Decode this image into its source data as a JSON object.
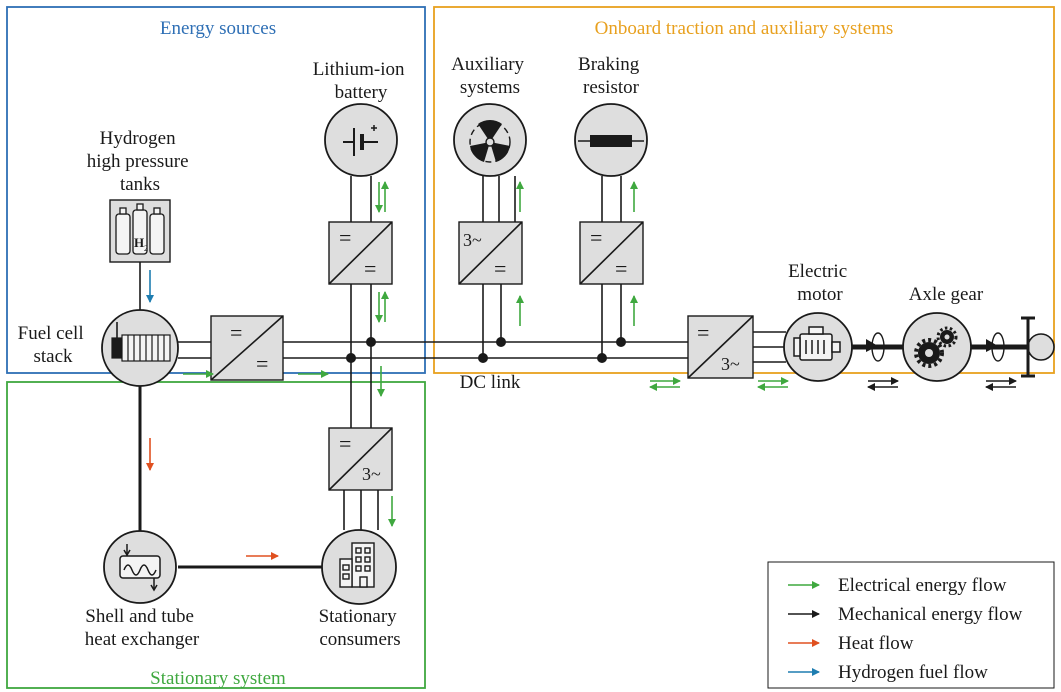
{
  "sections": {
    "energy_sources": "Energy sources",
    "onboard": "Onboard traction and auxiliary systems",
    "stationary": "Stationary system"
  },
  "components": {
    "hydrogen_tanks": [
      "Hydrogen",
      "high pressure",
      "tanks"
    ],
    "battery": [
      "Lithium-ion",
      "battery"
    ],
    "auxiliary": [
      "Auxiliary",
      "systems"
    ],
    "braking": [
      "Braking",
      "resistor"
    ],
    "fuel_cell": [
      "Fuel cell",
      "stack"
    ],
    "electric_motor": [
      "Electric",
      "motor"
    ],
    "axle_gear": "Axle gear",
    "dc_link": "DC link",
    "heat_exchanger": [
      "Shell and tube",
      "heat exchanger"
    ],
    "stationary_consumers": [
      "Stationary",
      "consumers"
    ]
  },
  "converter_symbols": {
    "dc": "=",
    "ac": "3~"
  },
  "h2_label": "H",
  "h2_sub": "2",
  "legend": [
    {
      "label": "Electrical energy flow",
      "color": "#3fa83f"
    },
    {
      "label": "Mechanical energy flow",
      "color": "#1a1a1a"
    },
    {
      "label": "Heat flow",
      "color": "#e05020"
    },
    {
      "label": "Hydrogen fuel flow",
      "color": "#1e7db0"
    }
  ],
  "colors": {
    "energy_sources_frame": "#2e6fb5",
    "onboard_frame": "#e8a01e",
    "stationary_frame": "#3fa83f",
    "node_fill": "#dedede"
  }
}
